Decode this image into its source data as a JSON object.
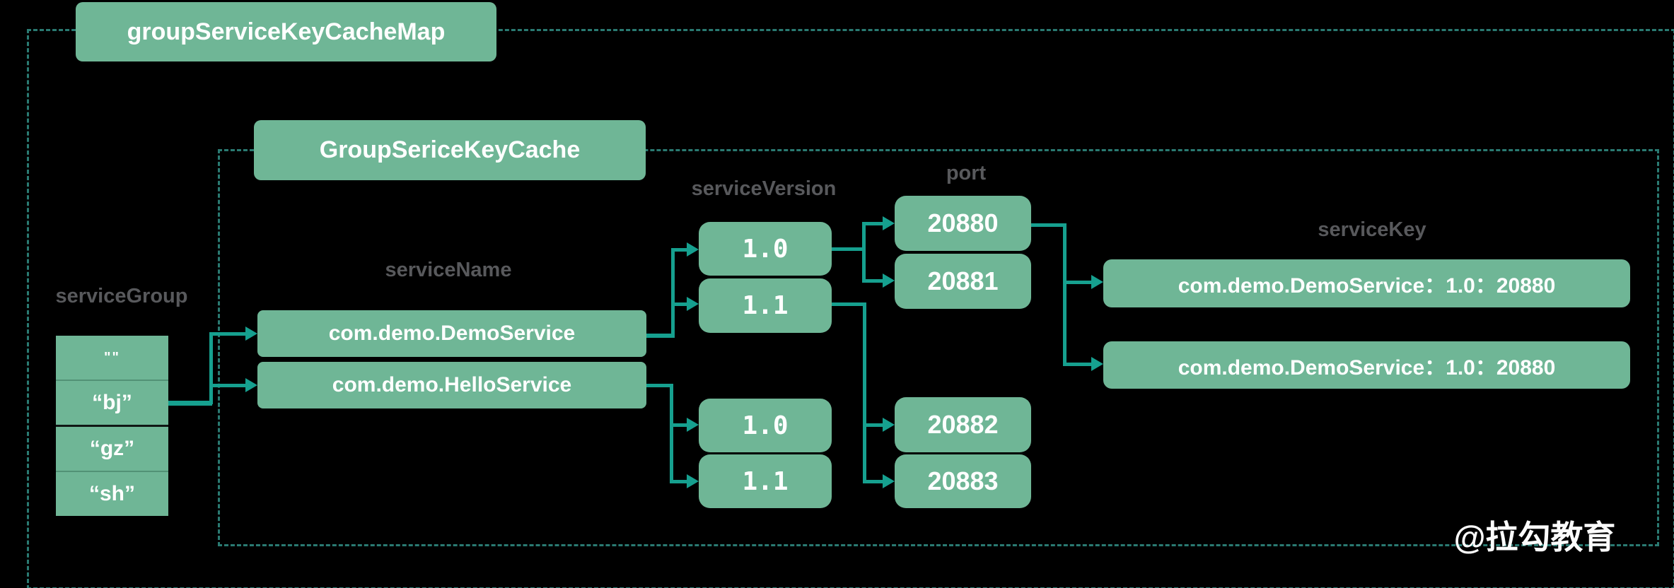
{
  "diagram": {
    "titles": {
      "map": "groupServiceKeyCacheMap",
      "cache": "GroupSericeKeyCache"
    },
    "labels": {
      "service_group": "serviceGroup",
      "service_name": "serviceName",
      "service_version": "serviceVersion",
      "port": "port",
      "service_key": "serviceKey"
    },
    "service_group": {
      "rows": [
        "\"\"",
        "“bj”",
        "“gz”",
        "“sh”"
      ]
    },
    "service_names": [
      "com.demo.DemoService",
      "com.demo.HelloService"
    ],
    "versions": {
      "upper": [
        "1.0",
        "1.1"
      ],
      "lower": [
        "1.0",
        "1.1"
      ]
    },
    "ports": {
      "upper": [
        "20880",
        "20881"
      ],
      "lower": [
        "20882",
        "20883"
      ]
    },
    "service_keys": [
      "com.demo.DemoService：1.0：20880",
      "com.demo.DemoService：1.0：20880"
    ],
    "watermark": "@拉勾教育",
    "colors": {
      "background": "#000000",
      "box_green": "#6fb696",
      "arrow_teal": "#16a08f",
      "dashed_border": "#2a7a72",
      "label_gray": "#58595c",
      "text_white": "#ffffff"
    }
  }
}
